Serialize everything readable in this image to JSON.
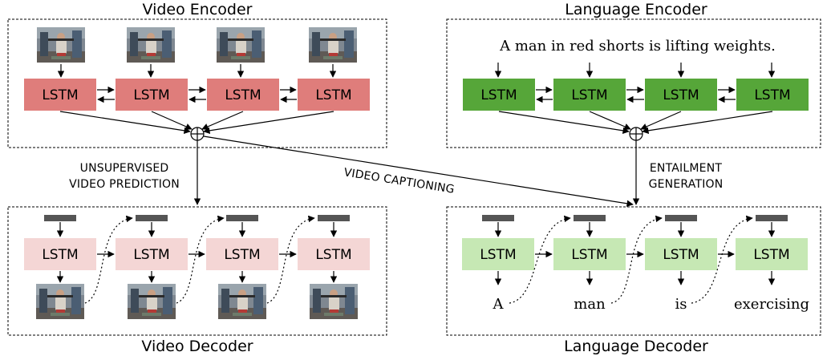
{
  "colors": {
    "video_encoder_lstm": "#df7d7b",
    "video_decoder_lstm": "#f4d6d5",
    "language_encoder_lstm": "#56a639",
    "language_decoder_lstm": "#c6e8b4",
    "token_bar": "#555555",
    "frame_palette": [
      "#8a8f96",
      "#5b6e86",
      "#c7a58a",
      "#3f4a55",
      "#9fb0a0"
    ]
  },
  "video_encoder": {
    "title": "Video Encoder",
    "cells": [
      "LSTM",
      "LSTM",
      "LSTM",
      "LSTM"
    ],
    "frame_icon": "video-frame-thumbnail"
  },
  "language_encoder": {
    "title": "Language Encoder",
    "sentence": "A man in red shorts is lifting weights.",
    "cells": [
      "LSTM",
      "LSTM",
      "LSTM",
      "LSTM"
    ]
  },
  "video_decoder": {
    "title": "Video Decoder",
    "cells": [
      "LSTM",
      "LSTM",
      "LSTM",
      "LSTM"
    ],
    "frame_icon": "video-frame-thumbnail"
  },
  "language_decoder": {
    "title": "Language Decoder",
    "cells": [
      "LSTM",
      "LSTM",
      "LSTM",
      "LSTM"
    ],
    "words": [
      "A",
      "man",
      "is",
      "exercising"
    ]
  },
  "connections": {
    "unsupervised_line1": "UNSUPERVISED",
    "unsupervised_line2": "VIDEO PREDICTION",
    "captioning": "VIDEO CAPTIONING",
    "entailment_line1": "ENTAILMENT",
    "entailment_line2": "GENERATION",
    "combine_icon": "circle-plus-icon"
  }
}
